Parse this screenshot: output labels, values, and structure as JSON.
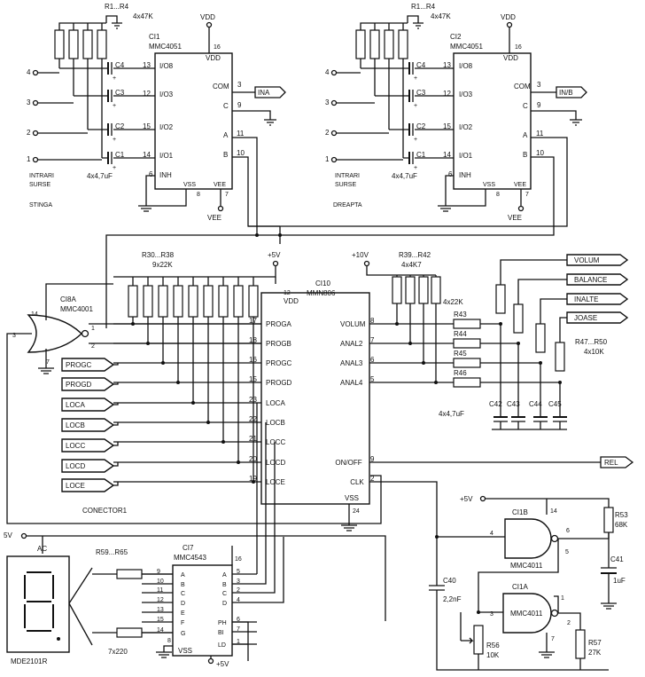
{
  "left_mux": {
    "res_label": "R1...R4",
    "res_value": "4x47K",
    "ic_ref": "CI1",
    "ic_part": "MMC4051",
    "vdd": "VDD",
    "pin_vdd": "16",
    "pins_left": [
      {
        "num": "13",
        "name": "I/O8"
      },
      {
        "num": "12",
        "name": "I/O3"
      },
      {
        "num": "15",
        "name": "I/O2"
      },
      {
        "num": "14",
        "name": "I/O1"
      },
      {
        "num": "6",
        "name": "INH"
      }
    ],
    "pins_right": [
      {
        "num": "3",
        "name": "COM"
      },
      {
        "num": "9",
        "name": "C"
      },
      {
        "num": "11",
        "name": "A"
      },
      {
        "num": "10",
        "name": "B"
      }
    ],
    "vss": "VSS",
    "vee": "VEE",
    "pin_vss": "8",
    "pin_vee": "7",
    "vee_label": "VEE",
    "inputs": [
      "4",
      "3",
      "2",
      "1"
    ],
    "caps": [
      "C4",
      "C3",
      "C2",
      "C1"
    ],
    "cap_value": "4x4,7uF",
    "out_label": "INA",
    "src_label_1": "INTRARI",
    "src_label_2": "SURSE",
    "side_label": "STINGA"
  },
  "right_mux": {
    "res_label": "R1...R4",
    "res_value": "4x47K",
    "ic_ref": "CI2",
    "ic_part": "MMC4051",
    "vdd": "VDD",
    "pin_vdd": "16",
    "pins_left": [
      {
        "num": "13",
        "name": "I/O8"
      },
      {
        "num": "12",
        "name": "I/O3"
      },
      {
        "num": "15",
        "name": "I/O2"
      },
      {
        "num": "14",
        "name": "I/O1"
      },
      {
        "num": "6",
        "name": "INH"
      }
    ],
    "pins_right": [
      {
        "num": "3",
        "name": "COM"
      },
      {
        "num": "9",
        "name": "C"
      },
      {
        "num": "11",
        "name": "A"
      },
      {
        "num": "10",
        "name": "B"
      }
    ],
    "vss": "VSS",
    "vee": "VEE",
    "pin_vss": "8",
    "pin_vee": "7",
    "vee_label": "VEE",
    "inputs": [
      "4",
      "3",
      "2",
      "1"
    ],
    "caps": [
      "C4",
      "C3",
      "C2",
      "C1"
    ],
    "cap_value": "4x4,7uF",
    "out_label": "IN/B",
    "src_label_1": "INTRARI",
    "src_label_2": "SURSE",
    "side_label": "DREAPTA"
  },
  "pullup": {
    "ref": "R30...R38",
    "value": "9x22K",
    "supply": "+5V"
  },
  "nor": {
    "ref": "CI8A",
    "part": "MMC4001",
    "pin14": "14",
    "pin7": "7",
    "pin_out": "3",
    "pin_in1": "1",
    "pin_in2": "2"
  },
  "connector": {
    "label": "CONECTOR1",
    "items": [
      "PROGC",
      "PROGD",
      "LOCA",
      "LOCB",
      "LOCC",
      "LOCD",
      "LOCE"
    ]
  },
  "controller": {
    "ref": "CI10",
    "part": "MMN806",
    "vdd": "VDD",
    "pin_vdd": "12",
    "vss": "VSS",
    "pin_vss": "24",
    "left_pins": [
      {
        "num": "17",
        "name": "PROGA"
      },
      {
        "num": "18",
        "name": "PROGB"
      },
      {
        "num": "16",
        "name": "PROGC"
      },
      {
        "num": "15",
        "name": "PROGD"
      },
      {
        "num": "23",
        "name": "LOCA"
      },
      {
        "num": "22",
        "name": "LOCB"
      },
      {
        "num": "21",
        "name": "LOCC"
      },
      {
        "num": "20",
        "name": "LOCD"
      },
      {
        "num": "19",
        "name": "LOCE"
      }
    ],
    "right_pins": [
      {
        "num": "8",
        "name": "VOLUM"
      },
      {
        "num": "7",
        "name": "ANAL2"
      },
      {
        "num": "6",
        "name": "ANAL3"
      },
      {
        "num": "5",
        "name": "ANAL4"
      },
      {
        "num": "9",
        "name": "ON/OFF"
      },
      {
        "num": "2",
        "name": "CLK"
      }
    ]
  },
  "analog_out": {
    "supply": "+10V",
    "pullup_ref": "R39...R42",
    "pullup_value": "4x4K7",
    "series_value": "4x22K",
    "series_refs": [
      "R43",
      "R44",
      "R45",
      "R46"
    ],
    "cap_refs": [
      "C42",
      "C43",
      "C44",
      "C45"
    ],
    "cap_value": "4x4,7uF",
    "load_ref": "R47...R50",
    "load_value": "4x10K",
    "outputs": [
      "VOLUM",
      "BALANCE",
      "INALTE",
      "JOASE"
    ]
  },
  "rel_label": "REL",
  "display": {
    "supply": "5V",
    "ac": "AC",
    "part": "MDE2101R",
    "res_ref": "R59...R65",
    "res_value": "7x220",
    "ic_ref": "CI7",
    "ic_part": "MMC4543",
    "pin_vdd": "16",
    "left_pins": [
      {
        "num": "9",
        "name": "A"
      },
      {
        "num": "10",
        "name": "B"
      },
      {
        "num": "11",
        "name": "C"
      },
      {
        "num": "12",
        "name": "D"
      },
      {
        "num": "13",
        "name": "E"
      },
      {
        "num": "15",
        "name": "F"
      },
      {
        "num": "14",
        "name": "G"
      }
    ],
    "right_pins": [
      {
        "num": "5",
        "name": "A"
      },
      {
        "num": "3",
        "name": "B"
      },
      {
        "num": "2",
        "name": "C"
      },
      {
        "num": "4",
        "name": "D"
      },
      {
        "num": "6",
        "name": "PH"
      },
      {
        "num": "7",
        "name": "BI"
      },
      {
        "num": "1",
        "name": "LD"
      }
    ],
    "vss": "VSS",
    "pin_vss": "8",
    "supply2": "+5V"
  },
  "clock": {
    "supply": "+5V",
    "gate_b_ref": "CI1B",
    "gate_b_part": "MMC4011",
    "gate_b_pin14": "14",
    "gate_b_pin4": "4",
    "gate_b_pin5": "5",
    "gate_b_pin6": "6",
    "gate_a_ref": "CI1A",
    "gate_a_part": "MMC4011",
    "gate_a_pin3": "3",
    "gate_a_pin1": "1",
    "gate_a_pin2": "2",
    "gate_a_pin7": "7",
    "c40_ref": "C40",
    "c40_value": "2,2nF",
    "r53_ref": "R53",
    "r53_value": "68K",
    "c41_ref": "C41",
    "c41_value": "1uF",
    "r56_ref": "R56",
    "r56_value": "10K",
    "r57_ref": "R57",
    "r57_value": "27K"
  }
}
